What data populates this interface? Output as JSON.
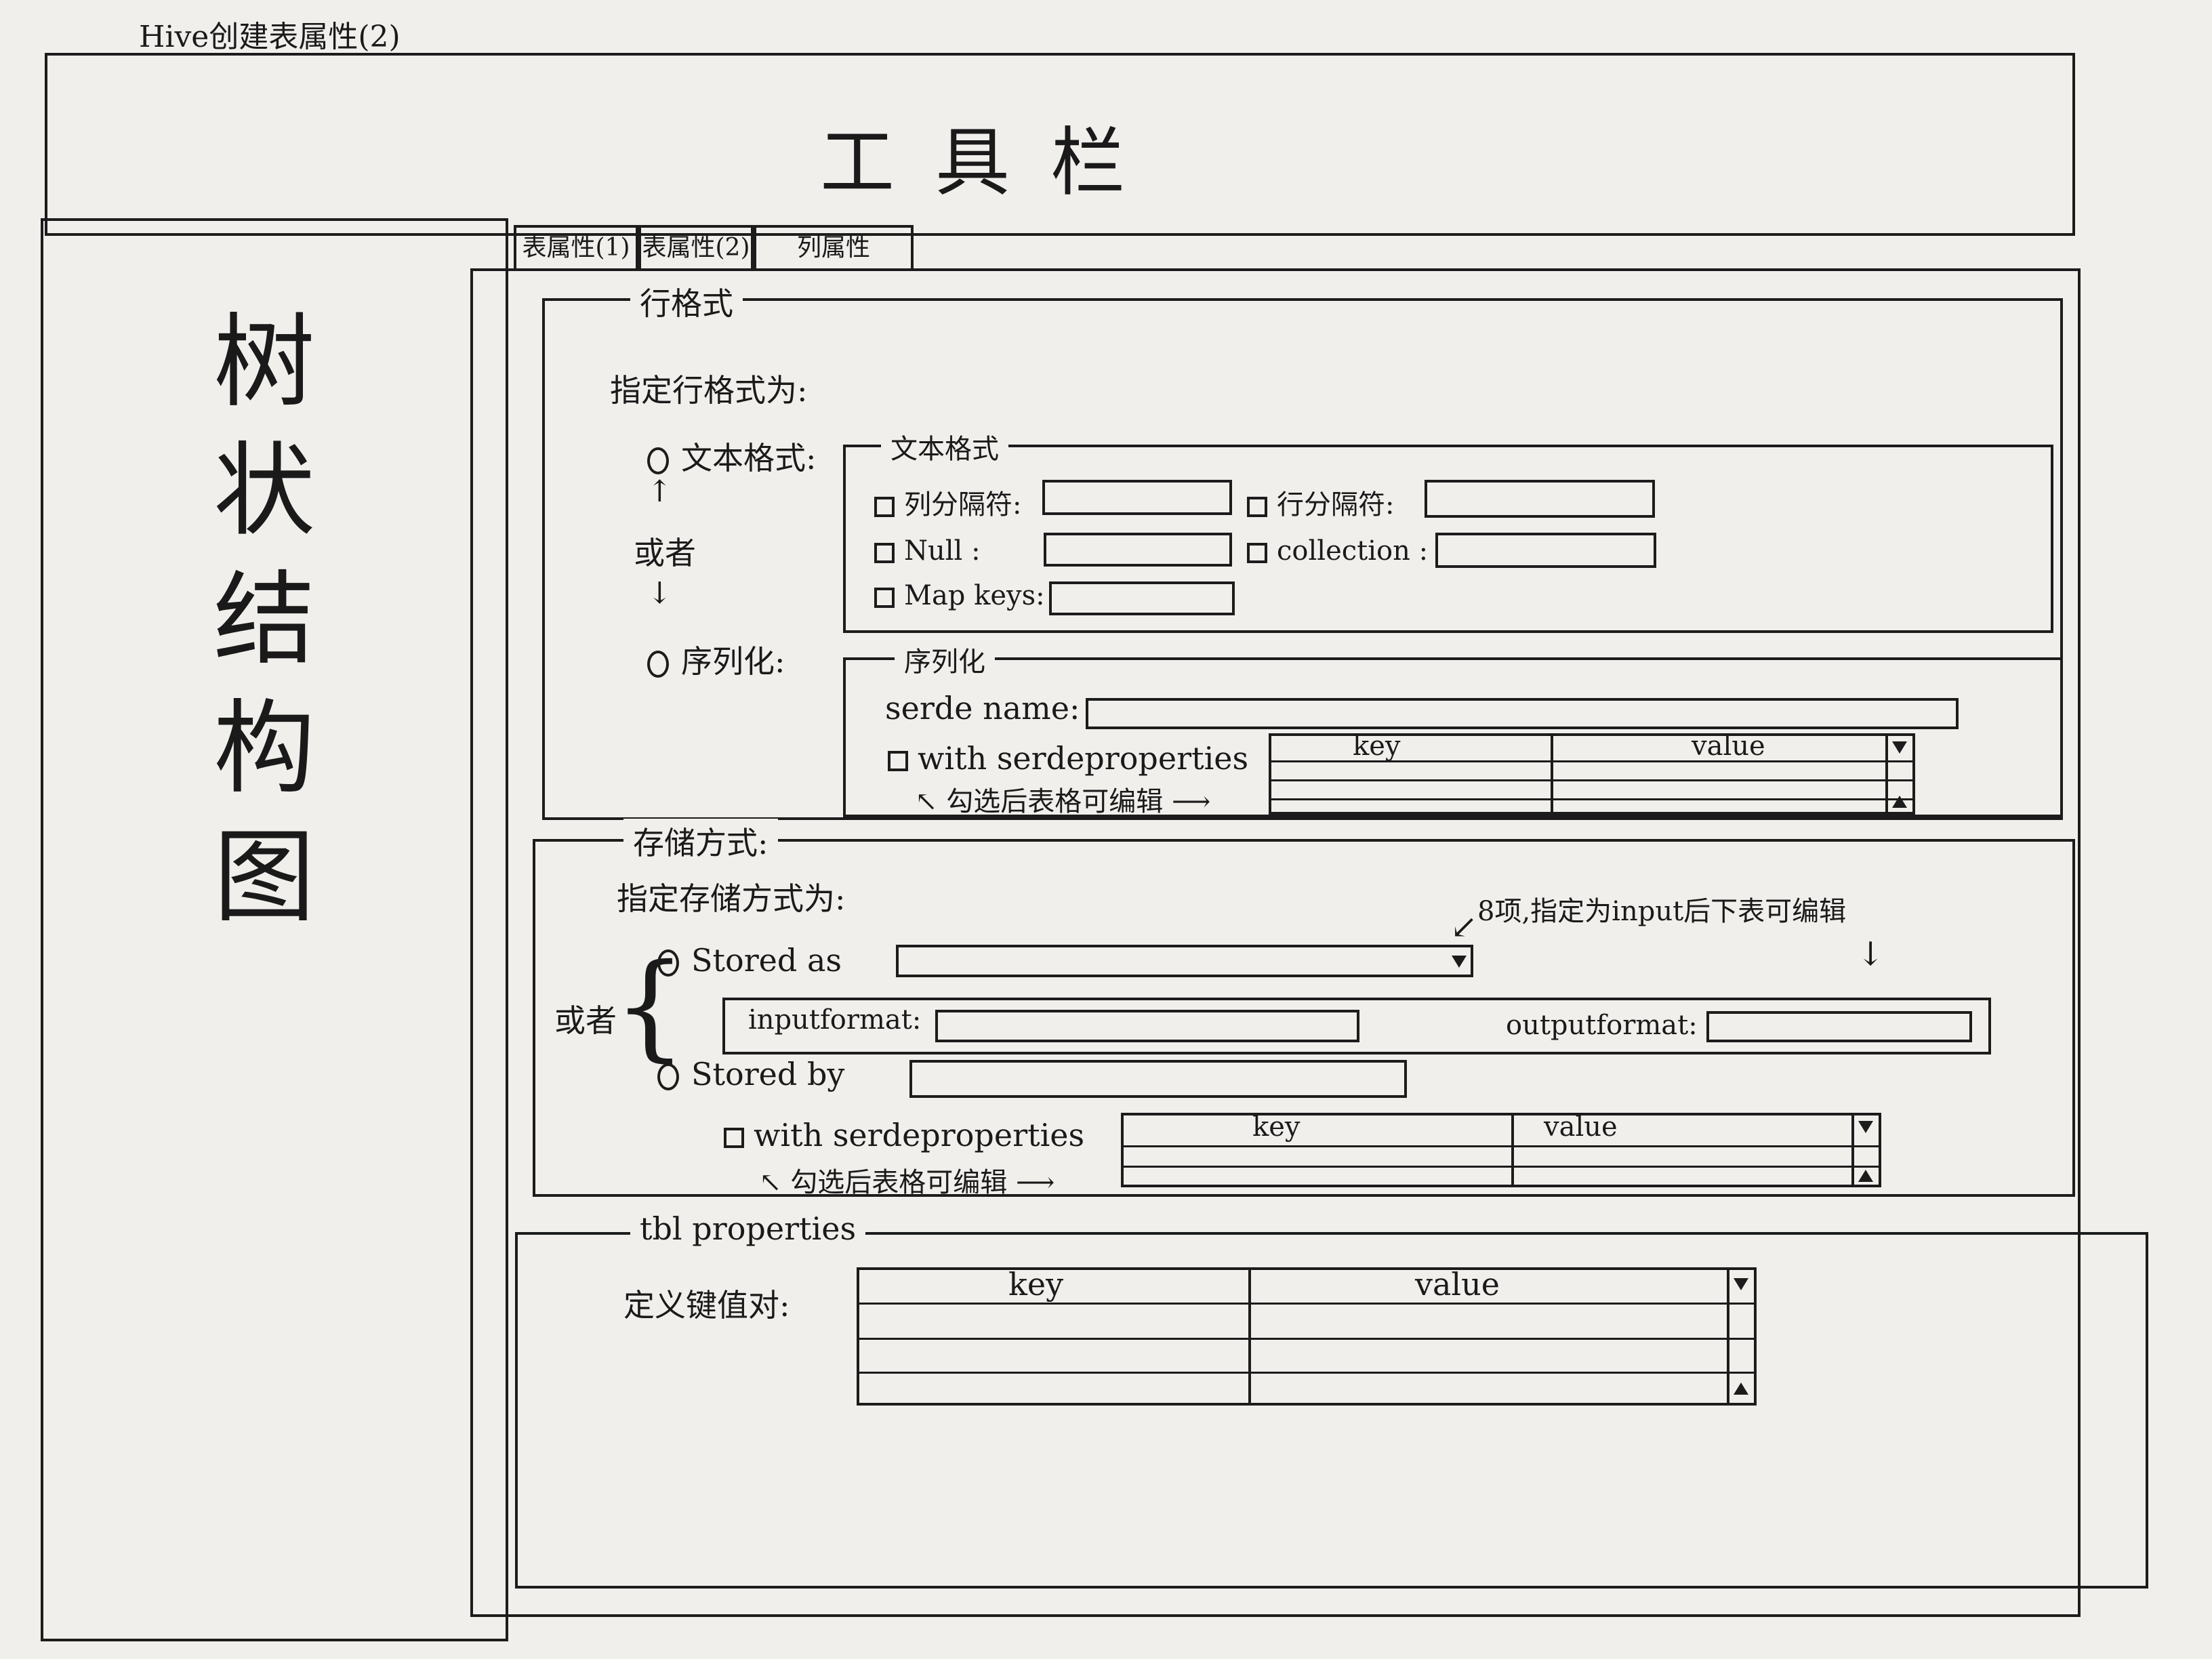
{
  "window_title": "Hive创建表属性(2)",
  "toolbar": {
    "label": "工具栏"
  },
  "sidebar": {
    "label": "树状结构图"
  },
  "tabs": [
    {
      "label": "表属性(1)"
    },
    {
      "label": "表属性(2)"
    },
    {
      "label": "列属性"
    }
  ],
  "row_format": {
    "legend": "行格式",
    "prompt": "指定行格式为:",
    "option_text": "文本格式:",
    "option_serde": "序列化:",
    "or_label": "或者",
    "text_group": {
      "legend": "文本格式",
      "field_delim_label": "列分隔符:",
      "line_delim_label": "行分隔符:",
      "null_label": "Null :",
      "collection_label": "collection :",
      "mapkeys_label": "Map keys:"
    },
    "serde_group": {
      "legend": "序列化",
      "serde_name_label": "serde name:",
      "with_props_label": "with serdeproperties",
      "note": "勾选后表格可编辑",
      "table_headers": [
        "key",
        "value"
      ]
    }
  },
  "storage": {
    "legend": "存储方式:",
    "prompt": "指定存储方式为:",
    "or_label": "或者",
    "stored_as_label": "Stored as",
    "stored_as_note": "8项,指定为input后下表可编辑",
    "inputformat_label": "inputformat:",
    "outputformat_label": "outputformat:",
    "stored_by_label": "Stored by",
    "with_props_label": "with serdeproperties",
    "note": "勾选后表格可编辑",
    "table_headers": [
      "key",
      "value"
    ]
  },
  "tbl_properties": {
    "legend": "tbl properties",
    "define_label": "定义键值对:",
    "table_headers": [
      "key",
      "value"
    ]
  }
}
